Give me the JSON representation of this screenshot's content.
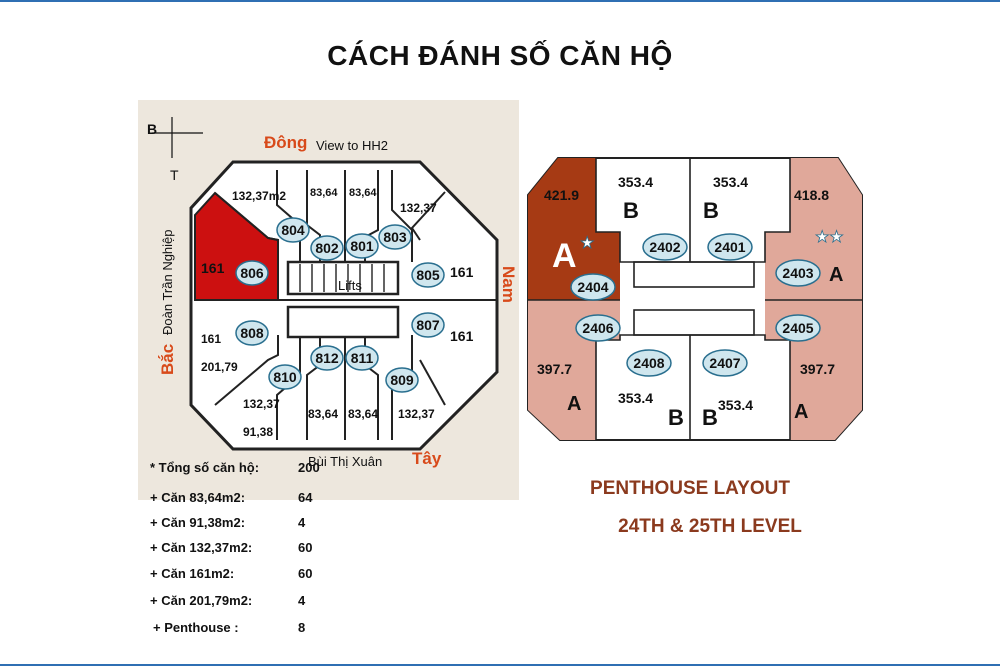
{
  "title": "CÁCH ĐÁNH SỐ CĂN HỘ",
  "colors": {
    "beige": "#ede7dd",
    "red_unit": "#cc1010",
    "oval_fill": "#cfe6ee",
    "oval_stroke": "#2a6f8f",
    "direction": "#d84a1a",
    "ph_dark": "#a63a14",
    "ph_light": "#e0a89a",
    "ph_text_brown": "#8b3a1e"
  },
  "floor_plan": {
    "compass": {
      "north": "B",
      "south": "T"
    },
    "directions": {
      "east": "Đông",
      "west": "Tây",
      "south": "Nam",
      "north": "Bắc"
    },
    "streets": {
      "east_view": "View to HH2",
      "north_street": "Đoàn Trần Nghiệp",
      "west_street": "Bùi Thị Xuân"
    },
    "lifts_label": "Lifts",
    "units": [
      "801",
      "802",
      "803",
      "804",
      "805",
      "806",
      "807",
      "808",
      "809",
      "810",
      "811",
      "812"
    ],
    "areas": {
      "top_left": "132,37m2",
      "top_mid_left": "83,64",
      "top_mid_right": "83,64",
      "top_right": "132,37",
      "left_red": "161",
      "right_upper": "161",
      "right_lower": "161",
      "left_lower_1": "161",
      "left_lower_2": "201,79",
      "bottom_left_1": "132,37",
      "bottom_left_2": "91,38",
      "bottom_mid_left": "83,64",
      "bottom_mid_right": "83,64",
      "bottom_right": "132,37"
    }
  },
  "stats": [
    {
      "label": "* Tổng số căn hộ:",
      "value": "200"
    },
    {
      "label": "+ Căn 83,64m2:",
      "value": "64"
    },
    {
      "label": "+ Căn 91,38m2:",
      "value": "4"
    },
    {
      "label": "+ Căn 132,37m2:",
      "value": "60"
    },
    {
      "label": "+ Căn 161m2:",
      "value": "60"
    },
    {
      "label": "+ Căn 201,79m2:",
      "value": "4"
    },
    {
      "label": "+ Penthouse :",
      "value": "8"
    }
  ],
  "penthouse": {
    "caption_line1": "PENTHOUSE LAYOUT",
    "caption_line2": "24TH & 25TH LEVEL",
    "areas": {
      "top_left": "421.9",
      "top_b_left": "353.4",
      "top_b_right": "353.4",
      "top_right": "418.8",
      "bottom_left": "397.7",
      "bottom_b_left": "353.4",
      "bottom_b_right": "353.4",
      "bottom_right": "397.7"
    },
    "types": {
      "top_left": "A",
      "top_b_left": "B",
      "top_b_right": "B",
      "top_right": "A",
      "bottom_left": "A",
      "bottom_b_left": "B",
      "bottom_b_right": "B",
      "bottom_right": "A"
    },
    "stars": {
      "single": "★",
      "double": "★★"
    },
    "units": [
      "2401",
      "2402",
      "2403",
      "2404",
      "2405",
      "2406",
      "2407",
      "2408"
    ]
  }
}
